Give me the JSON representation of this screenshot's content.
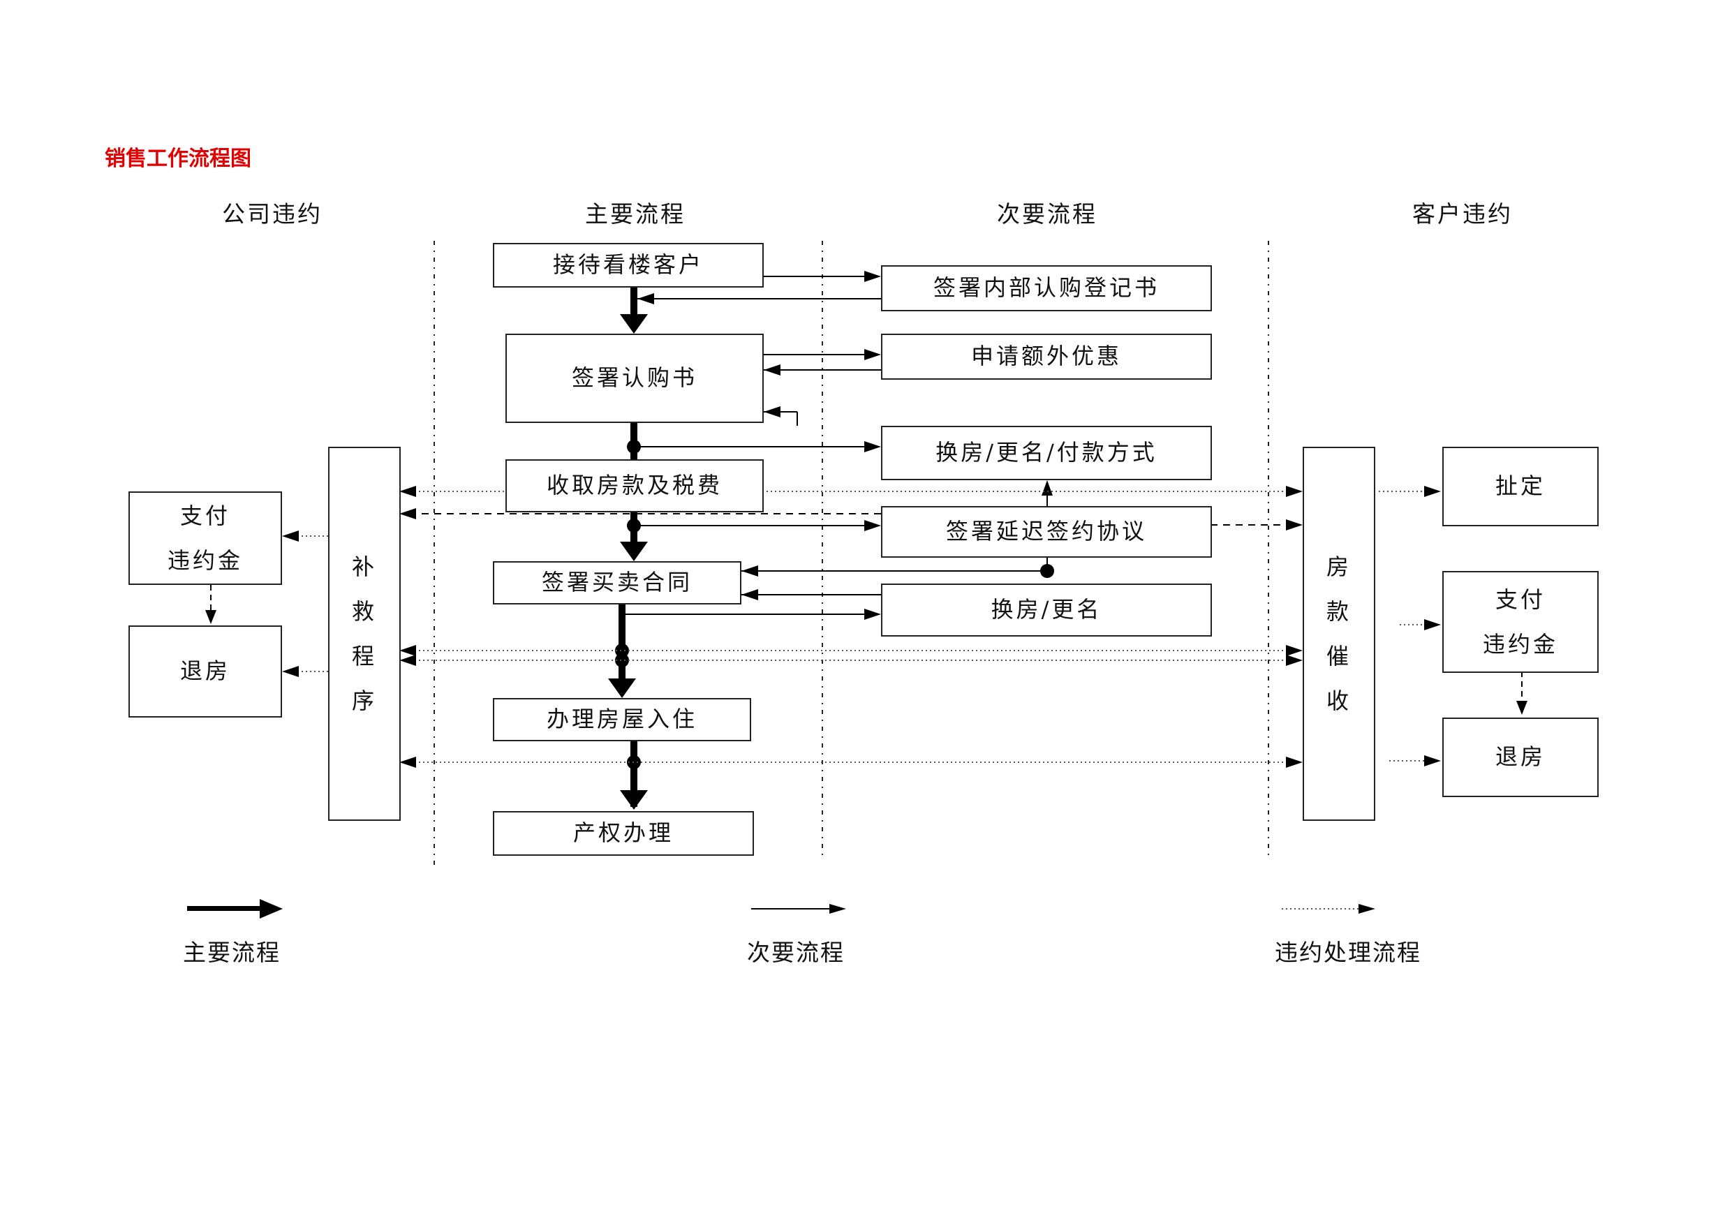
{
  "title": "销售工作流程图",
  "lanes": {
    "company_breach": "公司违约",
    "main_flow": "主要流程",
    "secondary_flow": "次要流程",
    "customer_breach": "客户违约"
  },
  "main_steps": {
    "reception": "接待看楼客户",
    "sign_subscription": "签署认购书",
    "collect_payment": "收取房款及税费",
    "sign_contract": "签署买卖合同",
    "move_in": "办理房屋入住",
    "property_title": "产权办理"
  },
  "secondary_steps": {
    "internal_register": "签署内部认购登记书",
    "extra_discount": "申请额外优惠",
    "change_house_name_payment": "换房/更名/付款方式",
    "delay_agreement": "签署延迟签约协议",
    "change_house_name": "换房/更名"
  },
  "company_side": {
    "remedy": [
      "补",
      "救",
      "程",
      "序"
    ],
    "pay_penalty": [
      "支付",
      "违约金"
    ],
    "refund": "退房"
  },
  "customer_side": {
    "collection": [
      "房",
      "款",
      "催",
      "收"
    ],
    "forfeit": "扯定",
    "pay_penalty": [
      "支付",
      "违约金"
    ],
    "refund": "退房"
  },
  "legend": {
    "main": "主要流程",
    "secondary": "次要流程",
    "breach": "违约处理流程"
  }
}
